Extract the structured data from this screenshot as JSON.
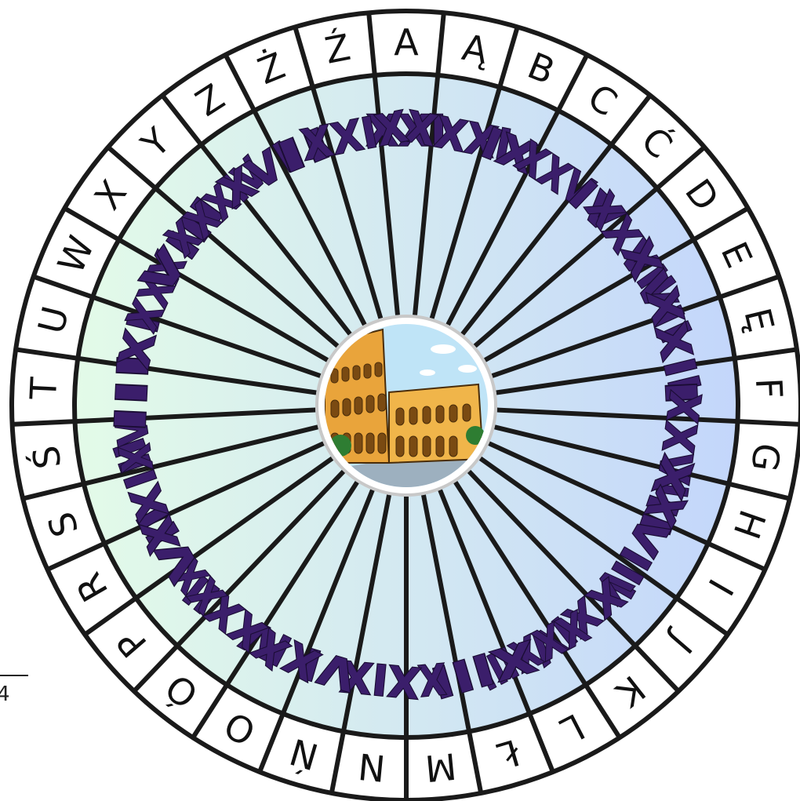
{
  "page_number": "4",
  "wheel": {
    "letters": [
      "A",
      "Ą",
      "B",
      "C",
      "Ć",
      "D",
      "E",
      "Ę",
      "F",
      "G",
      "H",
      "I",
      "J",
      "K",
      "L",
      "Ł",
      "M",
      "N",
      "Ń",
      "O",
      "Ó",
      "P",
      "R",
      "S",
      "Ś",
      "T",
      "U",
      "W",
      "X",
      "Y",
      "Z",
      "Ż",
      "Ź"
    ],
    "numerals": [
      "XXI",
      "XXXI",
      "IX",
      "XXV",
      "IV",
      "XXVII",
      "XVII",
      "XXII",
      "I",
      "XXVI",
      "XII",
      "XVIII",
      "V",
      "XXIV",
      "XXXIII",
      "XIII",
      "X",
      "XIX",
      "VI",
      "XIV",
      "XXXII",
      "XX",
      "VII",
      "XXIII",
      "XV",
      "III",
      "XI",
      "XXX",
      "VIII",
      "XXXIV",
      "XVI",
      "II",
      "XXIX"
    ],
    "center_image": "colosseum-illustration",
    "colors": {
      "outer_ring": "#ffffff",
      "inner_gradient_left": "#e3fbe8",
      "inner_gradient_right": "#c3d6fb",
      "line": "#1a1a1a",
      "numeral_fill": "#3b1e6b"
    }
  }
}
